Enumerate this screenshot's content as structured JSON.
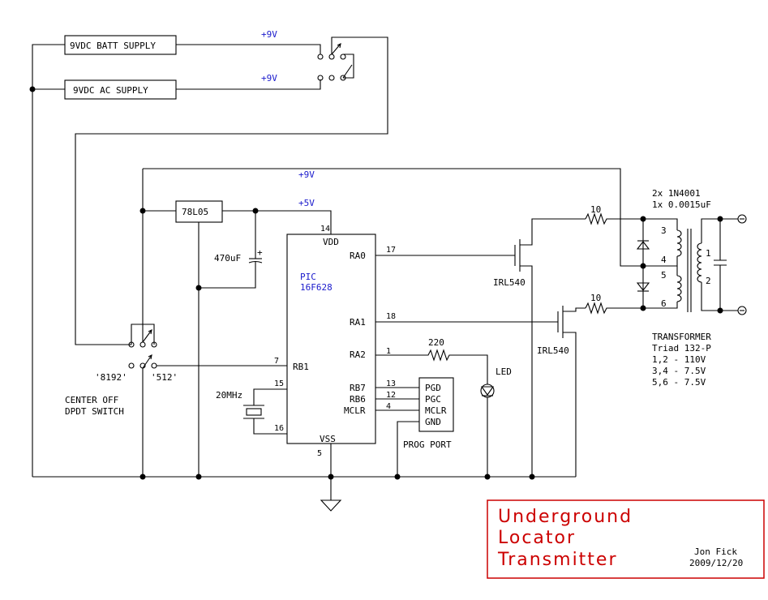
{
  "power": {
    "batt_supply": "9VDC BATT SUPPLY",
    "ac_supply": "9VDC AC SUPPLY",
    "batt_voltage": "+9V",
    "ac_voltage": "+9V",
    "rail_9v": "+9V",
    "rail_5v": "+5V"
  },
  "regulator": {
    "name": "78L05"
  },
  "capacitor": {
    "value": "470uF",
    "polarity": "+"
  },
  "mcu": {
    "name_line1": "PIC",
    "name_line2": "16F628",
    "vdd": "VDD",
    "vdd_pin": "14",
    "vss": "VSS",
    "vss_pin": "5",
    "ra0": "RA0",
    "ra0_pin": "17",
    "ra1": "RA1",
    "ra1_pin": "18",
    "ra2": "RA2",
    "ra2_pin": "1",
    "rb1": "RB1",
    "rb1_pin": "7",
    "rb7": "RB7",
    "rb7_pin": "13",
    "rb6": "RB6",
    "rb6_pin": "12",
    "mclr": "MCLR",
    "mclr_pin": "4",
    "osc1_pin": "15",
    "osc2_pin": "16"
  },
  "crystal": {
    "value": "20MHz"
  },
  "switch": {
    "label_8192": "'8192'",
    "label_512": "'512'",
    "desc_line1": "CENTER OFF",
    "desc_line2": "DPDT SWITCH"
  },
  "prog_port": {
    "pins": [
      "PGD",
      "PGC",
      "MCLR",
      "GND"
    ],
    "label": "PROG PORT"
  },
  "led": {
    "resistor": "220",
    "label": "LED"
  },
  "mosfets": {
    "q1": "IRL540",
    "q2": "IRL540",
    "r1": "10",
    "r2": "10"
  },
  "transformer": {
    "parts_line1": "2x  1N4001",
    "parts_line2": "1x  0.0015uF",
    "pins": {
      "p1": "1",
      "p2": "2",
      "p3": "3",
      "p4": "4",
      "p5": "5",
      "p6": "6"
    },
    "title": "TRANSFORMER",
    "model": "Triad 132-P",
    "spec1": "1,2  - 110V",
    "spec2": "3,4  - 7.5V",
    "spec3": "5,6  - 7.5V"
  },
  "title_block": {
    "line1": "Underground",
    "line2": "Locator",
    "line3": "Transmitter",
    "author": "Jon Fick",
    "date": "2009/12/20",
    "title_color": "#cc0000",
    "border_color": "#cc0000"
  }
}
